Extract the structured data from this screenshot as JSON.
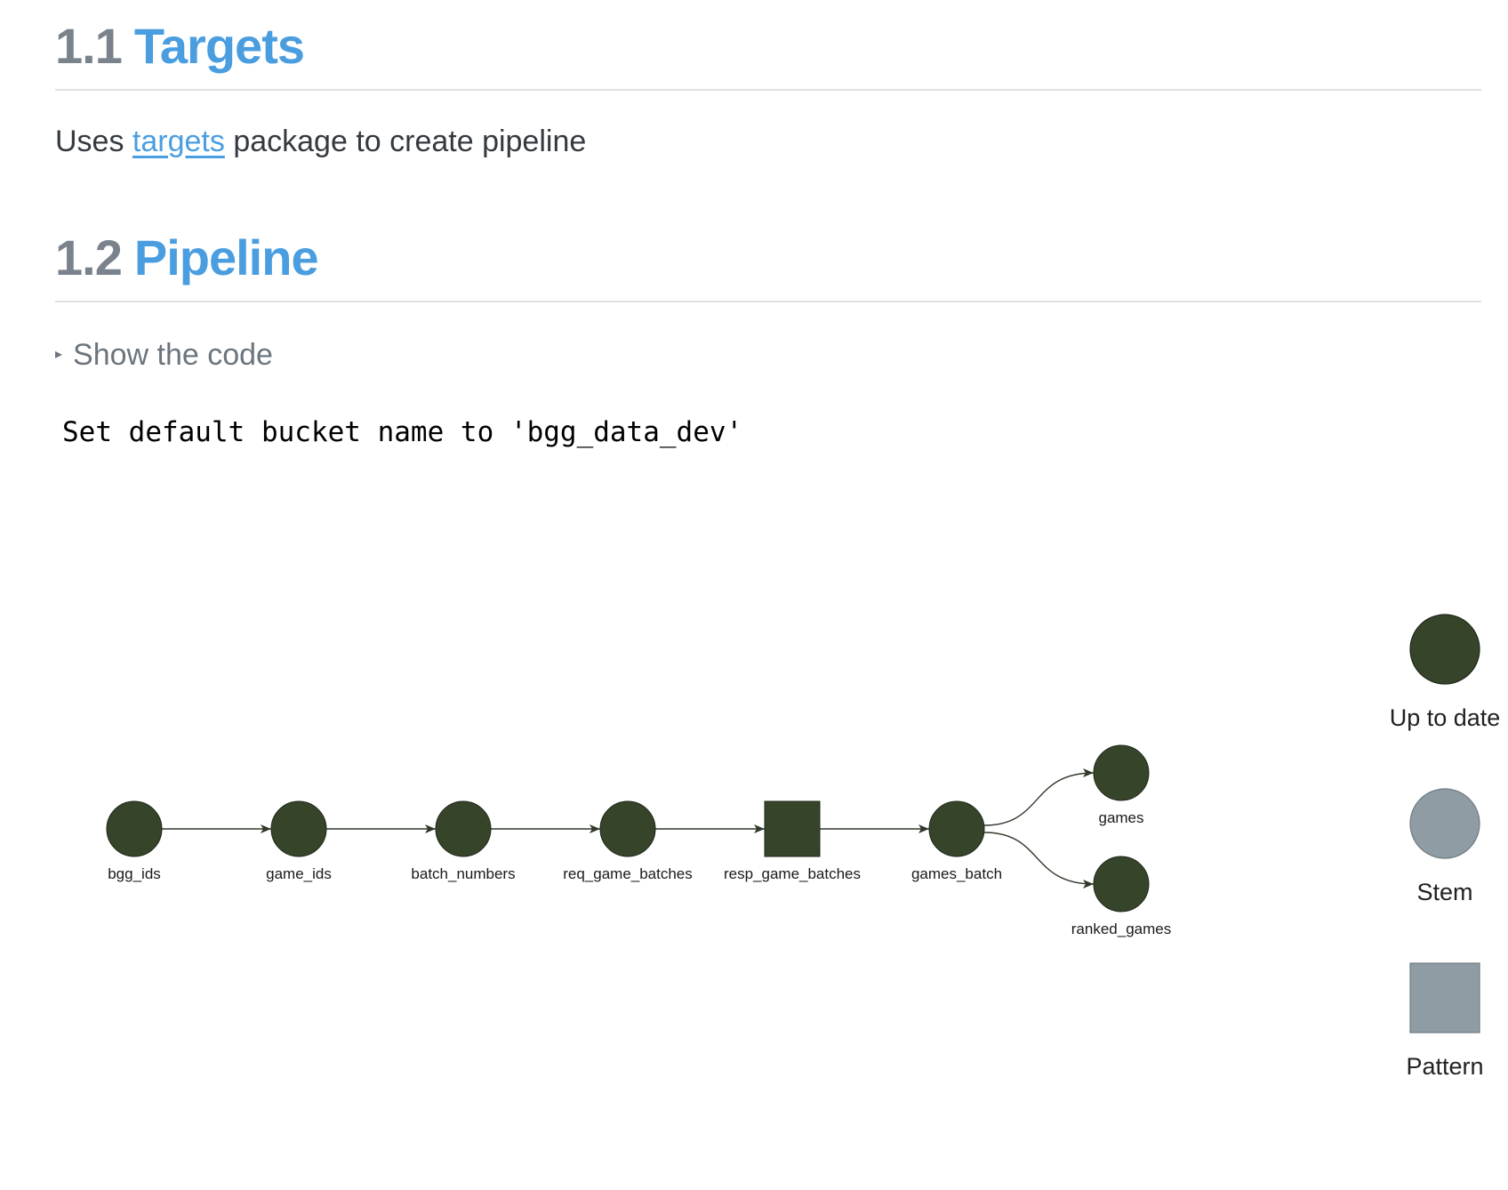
{
  "sections": [
    {
      "number": "1.1",
      "title": "Targets"
    },
    {
      "number": "1.2",
      "title": "Pipeline"
    }
  ],
  "intro": {
    "prefix": "Uses",
    "link_text": "targets",
    "suffix": "package to create pipeline"
  },
  "code_toggle": {
    "label": "Show the code"
  },
  "output_text": "Set default bucket name to 'bgg_data_dev'",
  "graph": {
    "colors": {
      "up_to_date": "#36442a",
      "stem": "#8f9ca3",
      "pattern": "#8f9ca3",
      "edge": "#2f3a2a"
    },
    "nodes": [
      {
        "id": "bgg_ids",
        "label": "bgg_ids",
        "shape": "circle",
        "status": "up_to_date"
      },
      {
        "id": "game_ids",
        "label": "game_ids",
        "shape": "circle",
        "status": "up_to_date"
      },
      {
        "id": "batch_numbers",
        "label": "batch_numbers",
        "shape": "circle",
        "status": "up_to_date"
      },
      {
        "id": "req_game_batches",
        "label": "req_game_batches",
        "shape": "circle",
        "status": "up_to_date"
      },
      {
        "id": "resp_game_batches",
        "label": "resp_game_batches",
        "shape": "square",
        "status": "up_to_date"
      },
      {
        "id": "games_batch",
        "label": "games_batch",
        "shape": "circle",
        "status": "up_to_date"
      },
      {
        "id": "games",
        "label": "games",
        "shape": "circle",
        "status": "up_to_date"
      },
      {
        "id": "ranked_games",
        "label": "ranked_games",
        "shape": "circle",
        "status": "up_to_date"
      }
    ],
    "edges": [
      {
        "from": "bgg_ids",
        "to": "game_ids"
      },
      {
        "from": "game_ids",
        "to": "batch_numbers"
      },
      {
        "from": "batch_numbers",
        "to": "req_game_batches"
      },
      {
        "from": "req_game_batches",
        "to": "resp_game_batches"
      },
      {
        "from": "resp_game_batches",
        "to": "games_batch"
      },
      {
        "from": "games_batch",
        "to": "games"
      },
      {
        "from": "games_batch",
        "to": "ranked_games"
      }
    ],
    "legend": [
      {
        "label": "Up to date",
        "shape": "circle",
        "status": "up_to_date"
      },
      {
        "label": "Stem",
        "shape": "circle",
        "status": "stem"
      },
      {
        "label": "Pattern",
        "shape": "square",
        "status": "pattern"
      }
    ]
  }
}
